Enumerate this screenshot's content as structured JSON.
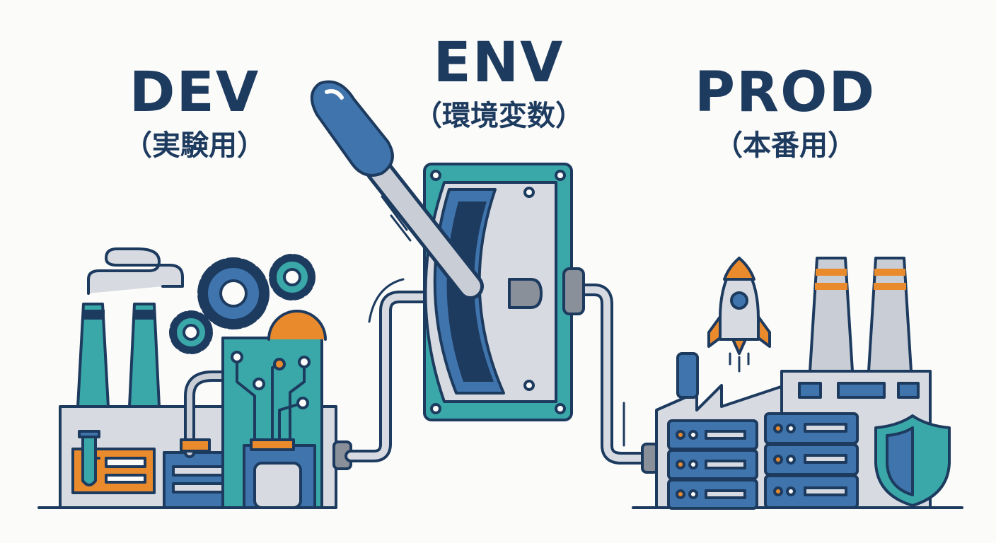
{
  "labels": {
    "dev": {
      "main": "DEV",
      "sub": "（実験用）"
    },
    "env": {
      "main": "ENV",
      "sub": "（環境変数）"
    },
    "prod": {
      "main": "PROD",
      "sub": "（本番用）"
    }
  },
  "colors": {
    "navy": "#1d3a5f",
    "teal": "#3aa8a8",
    "blue": "#3f74ad",
    "orange": "#e98a2c",
    "gray": "#c9ced6",
    "light": "#e3e6ea"
  },
  "icons": [
    "dev-factory-icon",
    "gear-icon",
    "circuit-board-icon",
    "test-tube-icon",
    "env-lever-switch-icon",
    "prod-factory-icon",
    "rocket-icon",
    "server-rack-icon",
    "shield-icon"
  ]
}
